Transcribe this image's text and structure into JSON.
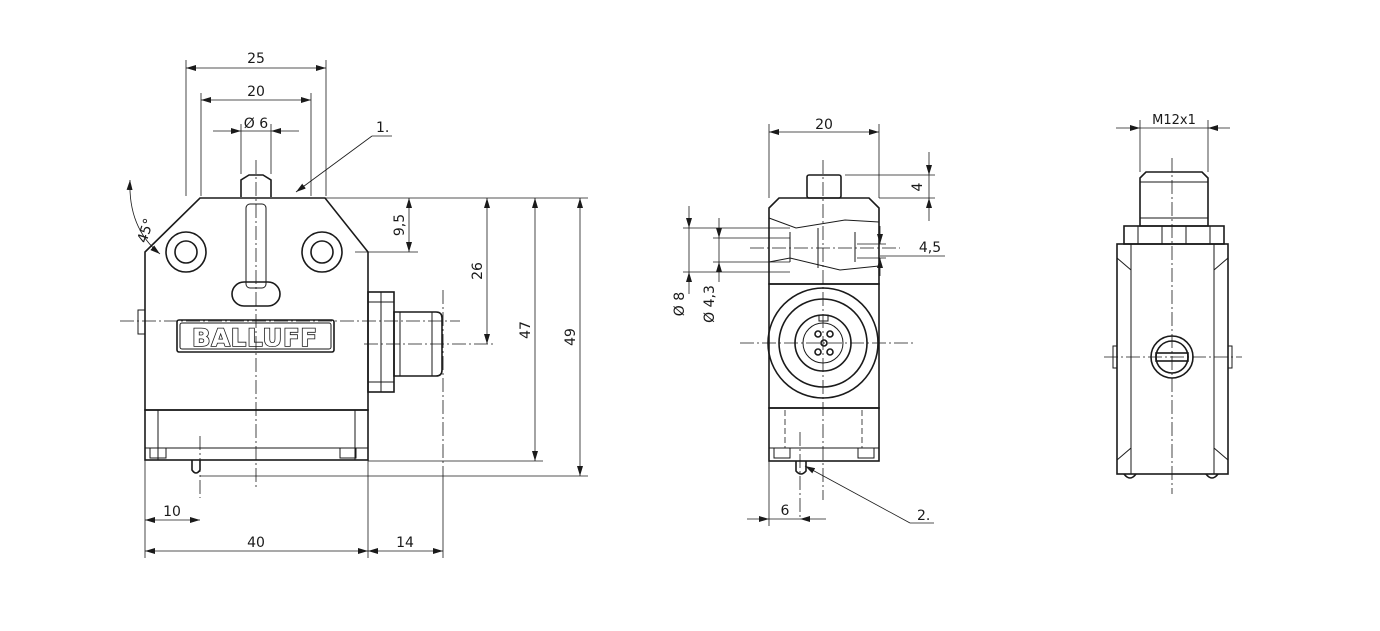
{
  "brand": "BALLUFF",
  "dimensions": {
    "front_width_25": "25",
    "front_width_20": "20",
    "plunger_dia": "Ø 6",
    "callout_1": "1.",
    "angle": "45°",
    "dim_9_5": "9,5",
    "dim_26": "26",
    "dim_47": "47",
    "dim_49": "49",
    "dim_10": "10",
    "dim_40": "40",
    "dim_14": "14",
    "side_width_20": "20",
    "dim_4": "4",
    "dim_4_5": "4,5",
    "dia_8": "Ø 8",
    "dia_4_3": "Ø 4,3",
    "dim_6": "6",
    "callout_2": "2.",
    "thread": "M12x1"
  }
}
